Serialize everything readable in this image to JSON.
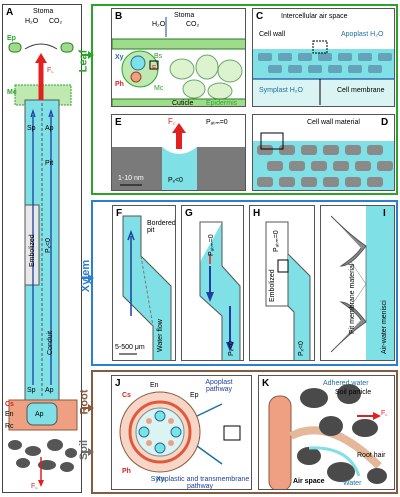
{
  "panel_letters": {
    "a": "A",
    "b": "B",
    "c": "C",
    "d": "D",
    "e": "E",
    "f": "F",
    "g": "G",
    "h": "H",
    "i": "I",
    "j": "J",
    "k": "K"
  },
  "regions": {
    "leaf": "Leaf",
    "xylem": "Xylem",
    "root": "Root",
    "soil": "Soil"
  },
  "colors": {
    "leaf": "#2aa52a",
    "xylem": "#2a7fd4",
    "root": "#8b5a3c",
    "soil": "#6e6e6e",
    "water": "#7fe0e6",
    "cell_green": "#bfe9b0",
    "cell_membrane": "#5aa0d0",
    "force": "#e22020",
    "endodermis": "#e9a88a"
  },
  "panel_a": {
    "stoma": "Stoma",
    "h2o": "H₂O",
    "co2": "CO₂",
    "ep": "Ep",
    "mc": "Mc",
    "fc": "F꜀",
    "sp": "Sp",
    "ap": "Ap",
    "pit": "Pit",
    "embolized": "Embolized",
    "pxylem": "Pₓ<0",
    "conduit": "Conduit",
    "cs": "Cs",
    "en": "En",
    "rc": "Rc",
    "fc_bottom": "F꜀"
  },
  "panel_b": {
    "stoma": "Stoma",
    "h2o": "H₂O",
    "co2": "CO₂",
    "xy": "Xy",
    "ph": "Ph",
    "bs": "Bs",
    "mc": "Mc",
    "cuticle": "Cuticle",
    "epidermis": "Epidermis",
    "fc": "F꜀"
  },
  "panel_c": {
    "intercellular": "Intercellular air space",
    "cell_wall": "Cell wall",
    "apoplast": "Apoplast H₂O",
    "symplast": "Symplast H₂O",
    "membrane": "Cell membrane"
  },
  "panel_d": {
    "cell_wall_material": "Cell wall material"
  },
  "panel_e": {
    "fc": "F꜀",
    "patm": "Pₐₜₘ=0",
    "scale": "1-10 nm",
    "px": "Pₓ<0"
  },
  "panel_f": {
    "bordered_pit": "Bordered pit",
    "water_flow": "Water flow",
    "scale": "5-500 μm"
  },
  "panel_g": {
    "patm": "Pₐₜₘ=0",
    "px": "Pₓ<0"
  },
  "panel_h": {
    "patm": "Pₐₜₘ=0",
    "embolized": "Embolized",
    "px": "Pₓ<0"
  },
  "panel_i": {
    "pit_membrane": "Pit membrane material",
    "meniscus": "Air-water menisci"
  },
  "panel_j": {
    "cs": "Cs",
    "en": "En",
    "ep": "Ep",
    "ph": "Ph",
    "xy": "Xy",
    "apoplast_pathway": "Apoplast pathway",
    "symplastic_pathway": "Symplastic and transmembrane pathway"
  },
  "panel_k": {
    "adhered_water": "Adhered water",
    "soil_particle": "Soil particle",
    "fc": "F꜀",
    "root_hair": "Root hair",
    "air_space": "Air space",
    "water": "Water"
  }
}
